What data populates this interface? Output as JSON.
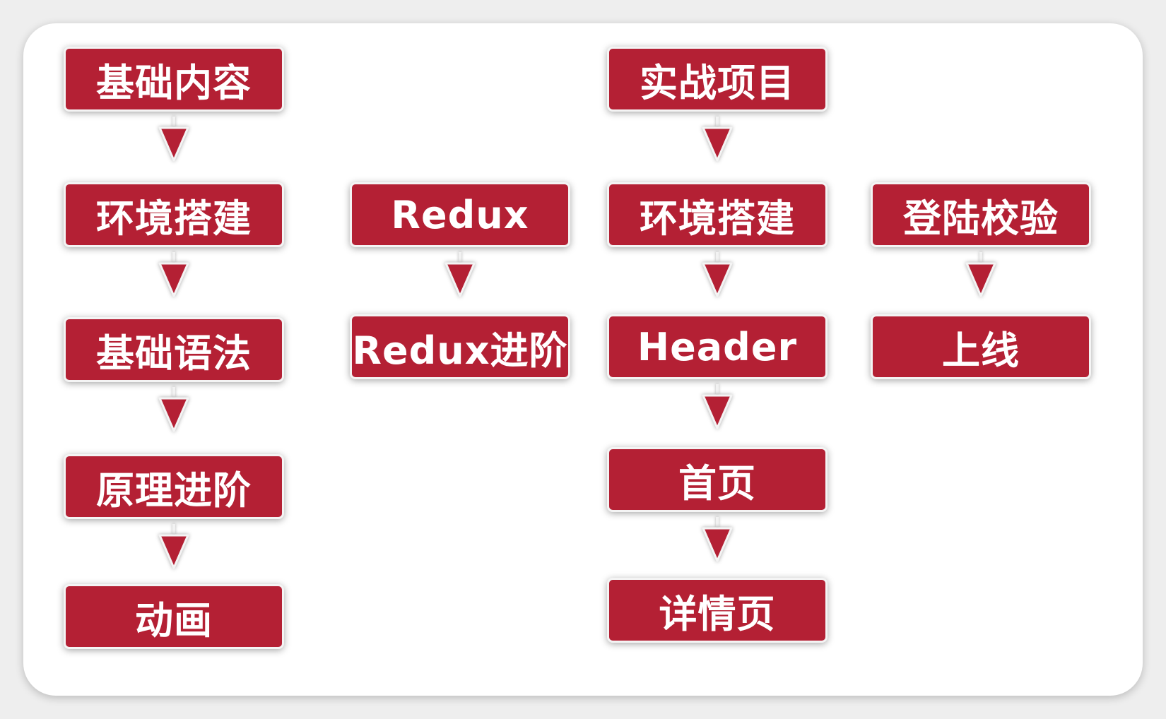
{
  "diagram": {
    "colors": {
      "node_fill": "#b42034",
      "node_text": "#ffffff",
      "node_border": "#f4f4f4",
      "arrow_fill": "#b42034"
    },
    "columns": [
      {
        "nodes": [
          "基础内容",
          "环境搭建",
          "基础语法",
          "原理进阶",
          "动画"
        ]
      },
      {
        "nodes": [
          "Redux",
          "Redux进阶"
        ]
      },
      {
        "nodes": [
          "实战项目",
          "环境搭建",
          "Header",
          "首页",
          "详情页"
        ]
      },
      {
        "nodes": [
          "登陆校验",
          "上线"
        ]
      }
    ],
    "edges": [
      [
        "基础内容",
        "环境搭建"
      ],
      [
        "环境搭建",
        "基础语法"
      ],
      [
        "基础语法",
        "原理进阶"
      ],
      [
        "原理进阶",
        "动画"
      ],
      [
        "Redux",
        "Redux进阶"
      ],
      [
        "实战项目",
        "环境搭建"
      ],
      [
        "环境搭建",
        "Header"
      ],
      [
        "Header",
        "首页"
      ],
      [
        "首页",
        "详情页"
      ],
      [
        "登陆校验",
        "上线"
      ]
    ]
  }
}
